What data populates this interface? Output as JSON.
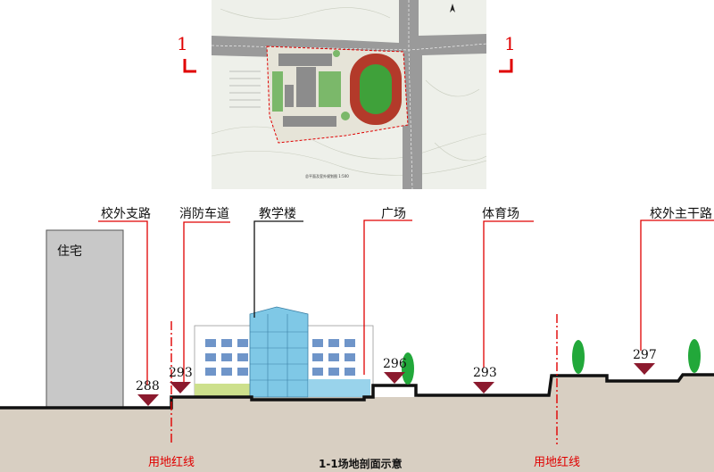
{
  "site_plan": {
    "caption": "总平面及室外规划图 1:500"
  },
  "section_marks": [
    "1",
    "1"
  ],
  "residence": {
    "label": "住宅"
  },
  "callouts": [
    {
      "id": "branch-road",
      "label": "校外支路"
    },
    {
      "id": "fire-lane",
      "label": "消防车道"
    },
    {
      "id": "teaching-building",
      "label": "教学楼"
    },
    {
      "id": "plaza",
      "label": "广场"
    },
    {
      "id": "sports-field",
      "label": "体育场"
    },
    {
      "id": "main-road",
      "label": "校外主干路"
    }
  ],
  "elevations": [
    "288",
    "293",
    "296",
    "293",
    "297"
  ],
  "boundary_label": "用地红线",
  "section_title": "1-1场地剖面示意",
  "colors": {
    "accent": "#e00000",
    "marker": "#8b1a2e",
    "ground": "#d8cfc2",
    "tree": "#22a83a",
    "building_blue": "#7fc8e6"
  }
}
